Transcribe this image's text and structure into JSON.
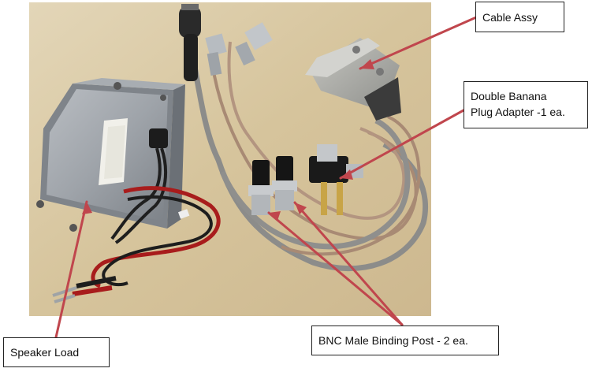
{
  "callouts": {
    "cable_assy": "Cable Assy",
    "double_banana_line1": "Double Banana",
    "double_banana_line2": "Plug Adapter -1 ea.",
    "speaker_load": "Speaker Load",
    "bnc_binding_post": "BNC Male Binding Post - 2 ea."
  },
  "colors": {
    "arrow": "#c0464d",
    "backdrop": "#d8c7a2"
  }
}
